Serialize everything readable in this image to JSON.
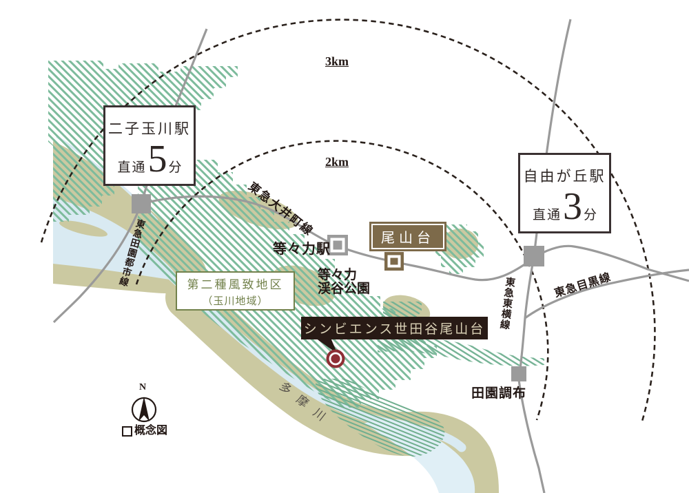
{
  "map": {
    "rings": {
      "r3": "3km",
      "r2": "2km"
    },
    "access_boxes": {
      "futako": {
        "station": "二子玉川駅",
        "mode": "直通",
        "minutes": "5",
        "unit": "分"
      },
      "jiyugaoka": {
        "station": "自由が丘駅",
        "mode": "直通",
        "minutes": "3",
        "unit": "分"
      }
    },
    "areas": {
      "scenic_district": {
        "line1": "第二種風致地区",
        "line2": "（玉川地域）"
      },
      "oyamadai_badge": "尾山台"
    },
    "property": {
      "name": "シンビエンス世田谷尾山台"
    },
    "stations": {
      "todoroki": "等々力駅",
      "denenchofu": "田園調布"
    },
    "places": {
      "park_line1": "等々力",
      "park_line2": "渓谷公園",
      "river": "多摩川"
    },
    "rail_lines": {
      "oimachi": "東急大井町線",
      "denentoshi": "東急田園都市線",
      "toyoko": "東急東横線",
      "meguro": "東急目黒線"
    },
    "legend": {
      "compass": "N",
      "note": "概念図"
    },
    "colors": {
      "hatch_green": "#7dbb9c",
      "land_khaki": "#cbc9a1",
      "water_blue": "#d9eaf2",
      "rail_gray": "#9a9a9a",
      "station_gray": "#9b9b9b",
      "station_brown": "#7d6a4a",
      "scenic_green": "#72814b",
      "property_box": "#281a15",
      "property_text": "#d9d0b5",
      "marker_red": "#8e2f35",
      "ink": "#231815"
    }
  }
}
